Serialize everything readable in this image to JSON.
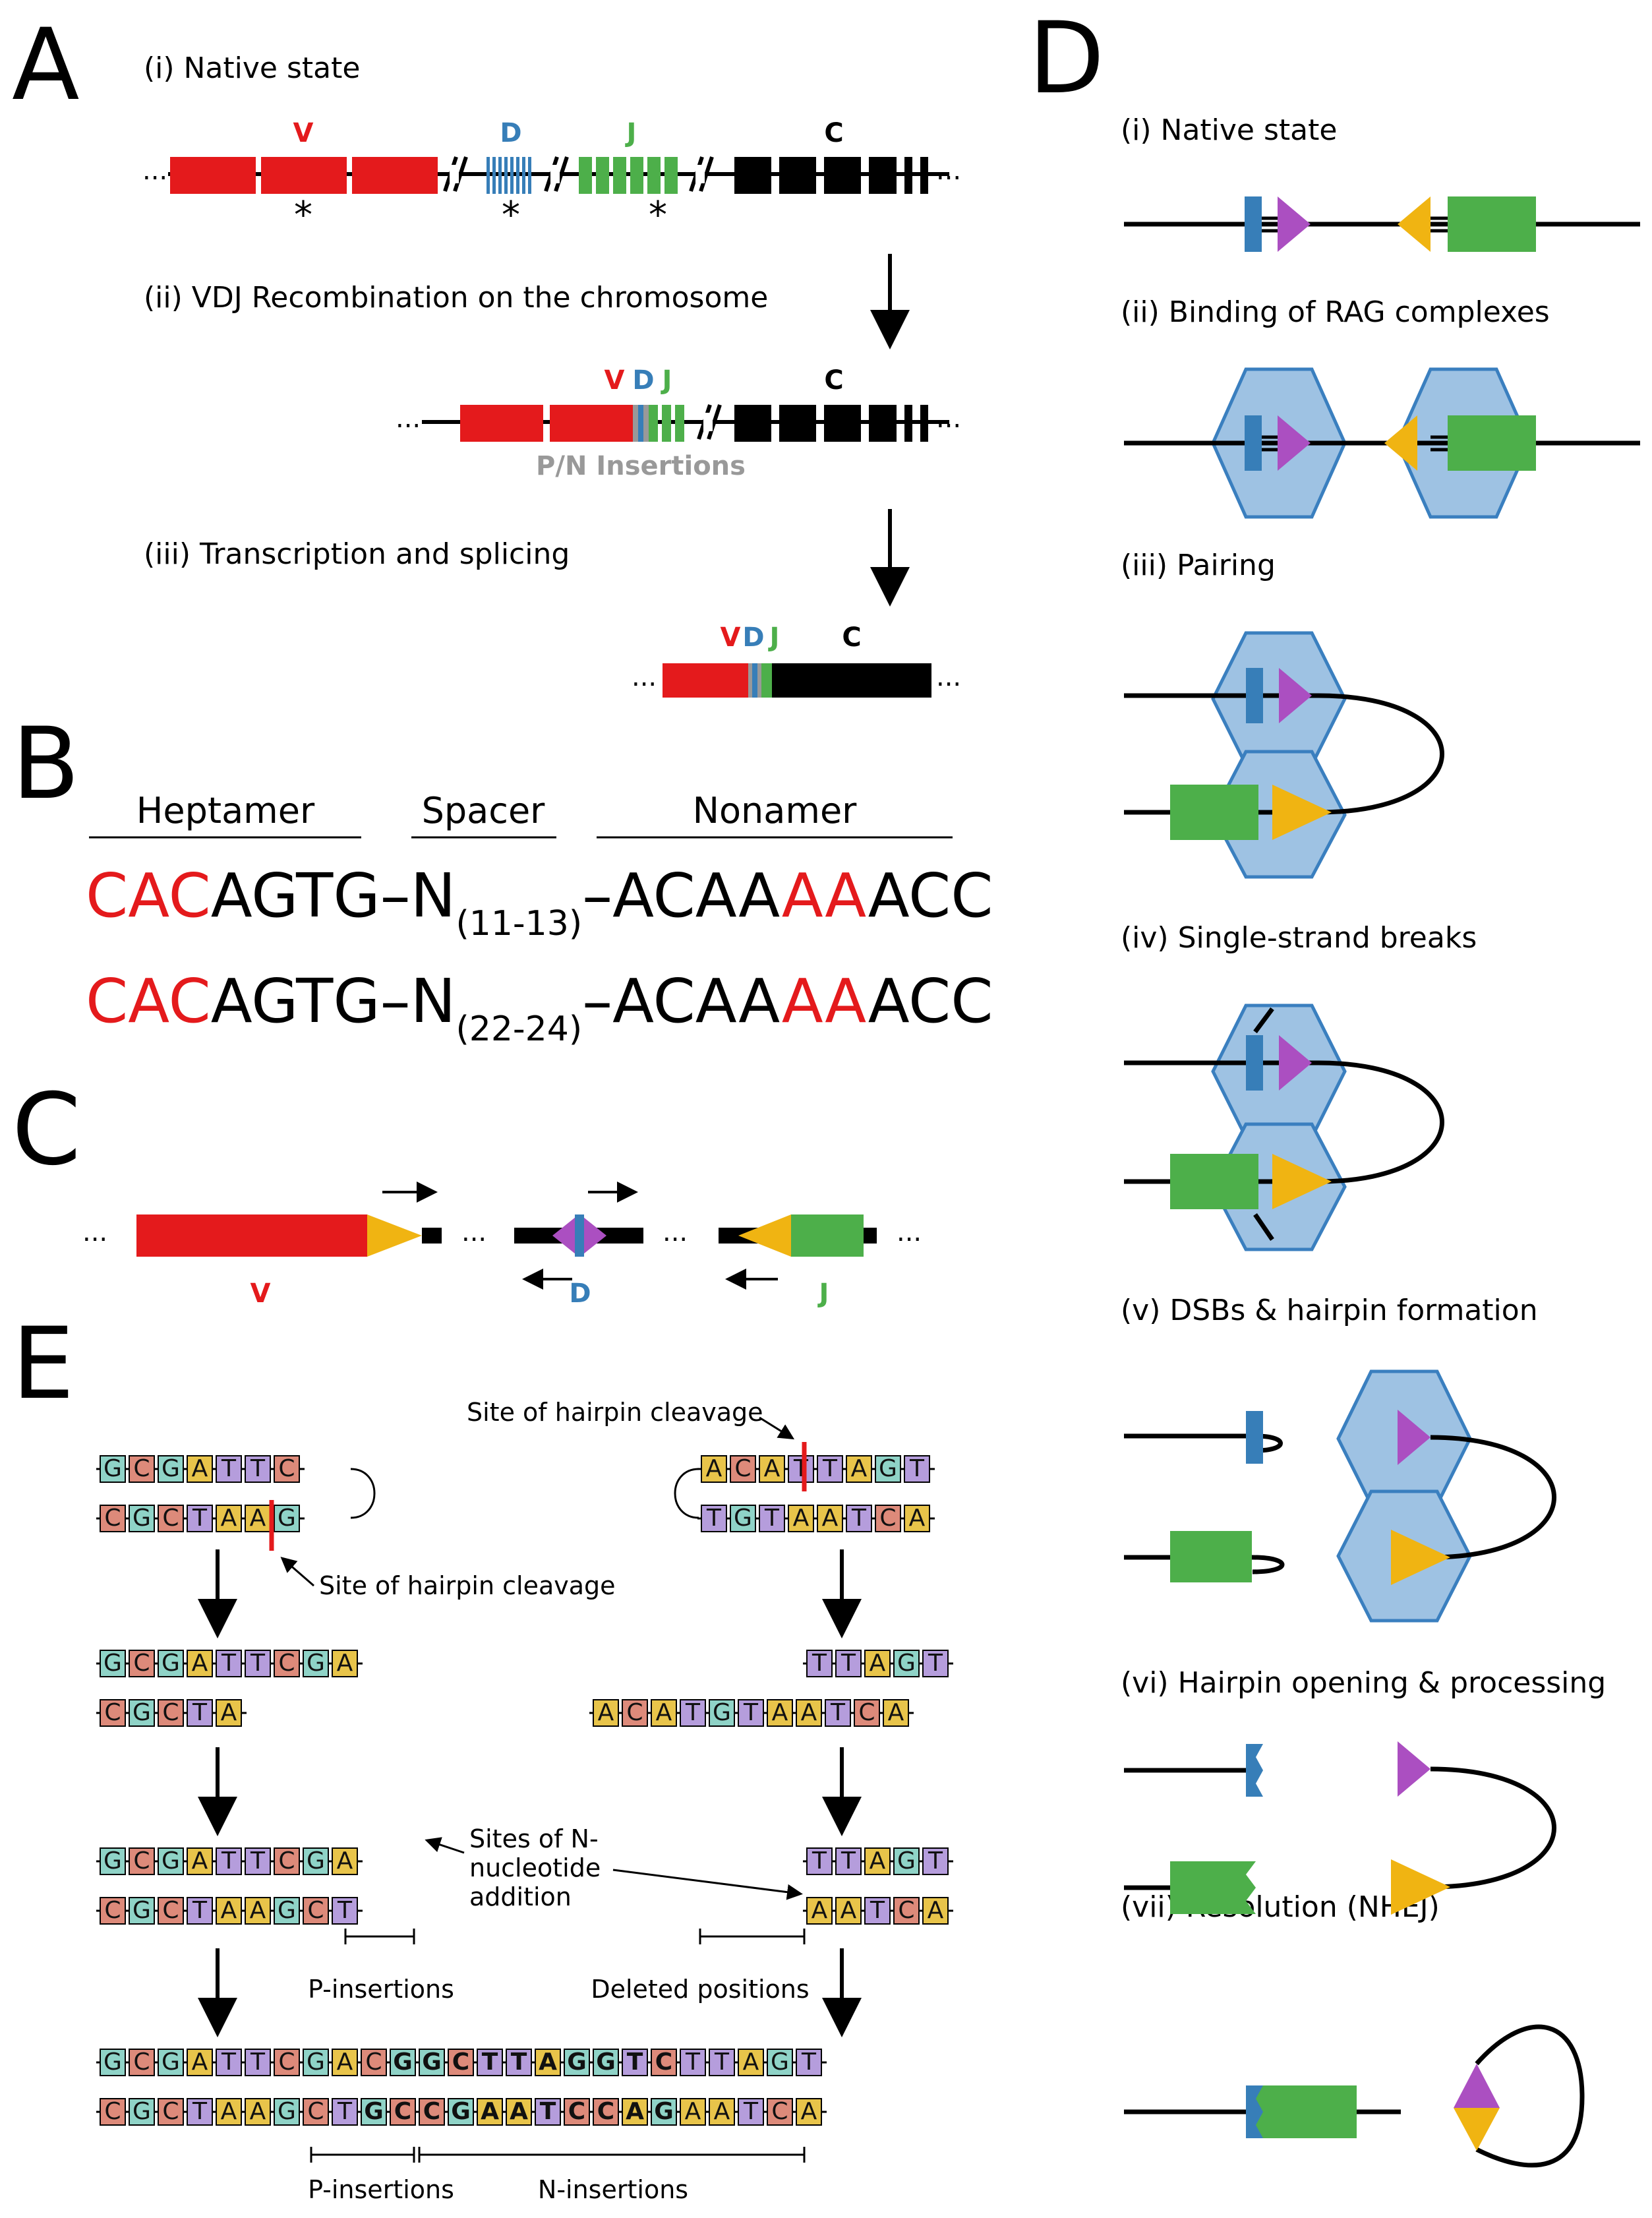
{
  "colors": {
    "V": "#e41a1c",
    "D": "#377eb8",
    "J": "#4daf4a",
    "C": "#000000",
    "pn": "#999999",
    "rag": "#9ec2e3",
    "rag_stroke": "#3a7fbf",
    "rss12": "#ab4fc1",
    "rss23": "#f0b412",
    "base_A": "#e8c44a",
    "base_C": "#dd8a7a",
    "base_G": "#8fd3c7",
    "base_T": "#b59ddc"
  },
  "panelA": {
    "label": "A",
    "step1": "(i) Native state",
    "step2": "(ii) VDJ Recombination on the chromosome",
    "step3": "(iii) Transcription and splicing",
    "seg_V": "V",
    "seg_D": "D",
    "seg_J": "J",
    "seg_C": "C",
    "star": "*",
    "pn_label": "P/N Insertions",
    "dots": "..."
  },
  "panelB": {
    "label": "B",
    "hdr_heptamer": "Heptamer",
    "hdr_spacer": "Spacer",
    "hdr_nonamer": "Nonamer",
    "row1": {
      "hep_red": "CAC",
      "hep_black": "AGTG",
      "dash1": "–N",
      "spacer": "(11-13)",
      "dash2": "–ACAA",
      "non_red": "AA",
      "non_black": "ACC"
    },
    "row2": {
      "hep_red": "CAC",
      "hep_black": "AGTG",
      "dash1": "–N",
      "spacer": "(22-24)",
      "dash2": "–ACAA",
      "non_red": "AA",
      "non_black": "ACC"
    }
  },
  "panelC": {
    "label": "C",
    "seg_V": "V",
    "seg_D": "D",
    "seg_J": "J",
    "dots": "..."
  },
  "panelD": {
    "label": "D",
    "steps": [
      "(i) Native state",
      "(ii) Binding of RAG complexes",
      "(iii) Pairing",
      "(iv) Single-strand breaks",
      "(v) DSBs & hairpin formation",
      "(vi) Hairpin opening & processing",
      "(vii) Resolution (NHEJ)"
    ]
  },
  "panelE": {
    "label": "E",
    "hairpin_cleavage_left": "Site of hairpin cleavage",
    "hairpin_cleavage_right": "Site of hairpin cleavage",
    "n_sites": [
      "Sites of N-",
      "nucleotide",
      "addition"
    ],
    "p_insertions": "P-insertions",
    "deleted_positions": "Deleted positions",
    "p_insertions_bottom": "P-insertions",
    "n_insertions_bottom": "N-insertions",
    "left": {
      "s1_top": [
        "G",
        "C",
        "G",
        "A",
        "T",
        "T",
        "C"
      ],
      "s1_bot": [
        "C",
        "G",
        "C",
        "T",
        "A",
        "A",
        "G"
      ],
      "s2_top": [
        "G",
        "C",
        "G",
        "A",
        "T",
        "T",
        "C",
        "G",
        "A"
      ],
      "s2_bot": [
        "C",
        "G",
        "C",
        "T",
        "A"
      ],
      "s3_top": [
        "G",
        "C",
        "G",
        "A",
        "T",
        "T",
        "C",
        "G",
        "A"
      ],
      "s3_bot": [
        "C",
        "G",
        "C",
        "T",
        "A",
        "A",
        "G",
        "C",
        "T"
      ]
    },
    "right": {
      "s1_top": [
        "A",
        "C",
        "A",
        "T",
        "T",
        "A",
        "G",
        "T"
      ],
      "s1_bot": [
        "T",
        "G",
        "T",
        "A",
        "A",
        "T",
        "C",
        "A"
      ],
      "s2_top": [
        "T",
        "T",
        "A",
        "G",
        "T"
      ],
      "s2_bot": [
        "A",
        "C",
        "A",
        "T",
        "G",
        "T",
        "A",
        "A",
        "T",
        "C",
        "A"
      ],
      "s3_top": [
        "T",
        "T",
        "A",
        "G",
        "T"
      ],
      "s3_bot": [
        "A",
        "A",
        "T",
        "C",
        "A"
      ]
    },
    "final_top": [
      "G",
      "C",
      "G",
      "A",
      "T",
      "T",
      "C",
      "G",
      "A",
      "C",
      "G",
      "G",
      "C",
      "T",
      "T",
      "A",
      "G",
      "G",
      "T",
      "C",
      "T",
      "T",
      "A",
      "G",
      "T"
    ],
    "final_bot": [
      "C",
      "G",
      "C",
      "T",
      "A",
      "A",
      "G",
      "C",
      "T",
      "G",
      "C",
      "C",
      "G",
      "A",
      "A",
      "T",
      "C",
      "C",
      "A",
      "G",
      "A",
      "A",
      "T",
      "C",
      "A"
    ]
  }
}
